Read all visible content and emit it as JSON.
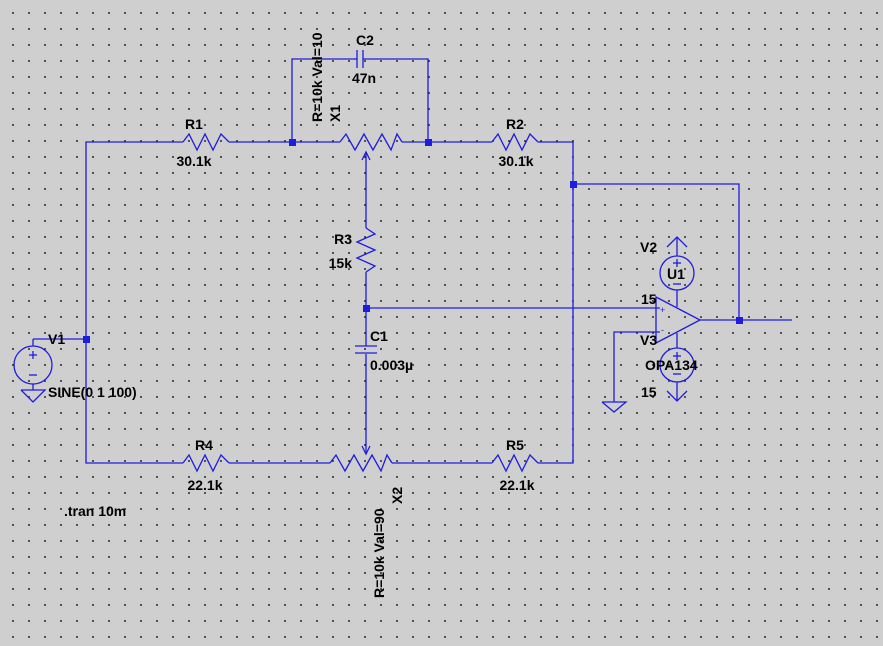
{
  "components": {
    "r1": {
      "name": "R1",
      "value": "30.1k"
    },
    "r2": {
      "name": "R2",
      "value": "30.1k"
    },
    "r3": {
      "name": "R3",
      "value": "15k"
    },
    "r4": {
      "name": "R4",
      "value": "22.1k"
    },
    "r5": {
      "name": "R5",
      "value": "22.1k"
    },
    "c1": {
      "name": "C1",
      "value": "0.003µ"
    },
    "c2": {
      "name": "C2",
      "value": "47n"
    },
    "x1": {
      "name": "X1",
      "value": "R=10k Val=10"
    },
    "x2": {
      "name": "X2",
      "value": "R=10k Val=90"
    },
    "v1": {
      "name": "V1",
      "value": "SINE(0 1 100)"
    },
    "v2": {
      "name": "V2",
      "value": "15"
    },
    "v3": {
      "name": "V3",
      "value": "15"
    },
    "u1": {
      "name": "U1",
      "value": "OPA134"
    }
  },
  "directive": ".tran 10m",
  "colors": {
    "wire": "#1d1ddf",
    "background": "#cfcfcf",
    "grid_dot": "#2a2a2a",
    "text": "#000000"
  }
}
